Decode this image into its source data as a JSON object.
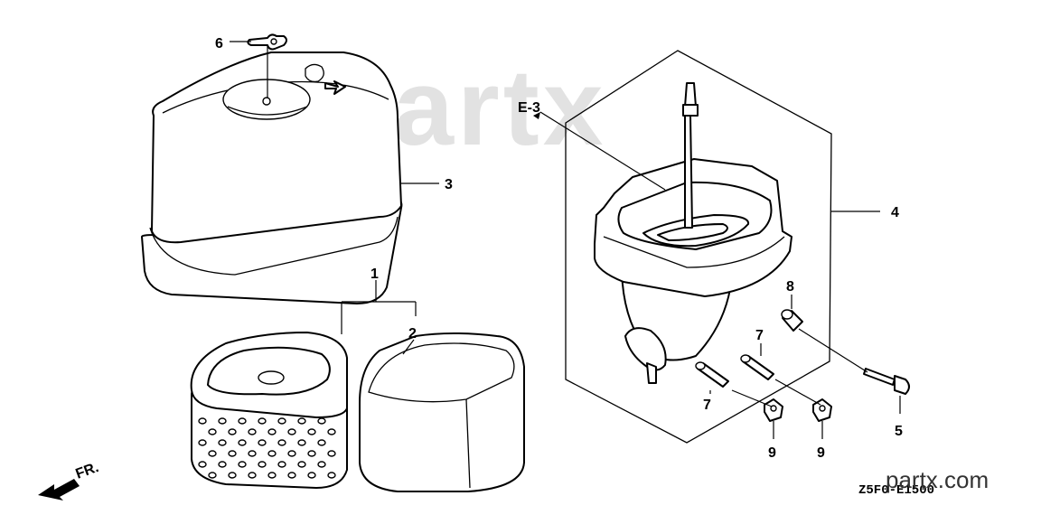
{
  "diagram": {
    "callouts": {
      "c1": "1",
      "c2": "2",
      "c3": "3",
      "c4": "4",
      "c5": "5",
      "c6": "6",
      "c7a": "7",
      "c7b": "7",
      "c8": "8",
      "c9a": "9",
      "c9b": "9"
    },
    "reference": "E-3",
    "front_marker": "FR.",
    "watermark": "partx",
    "site_label": "partx.com",
    "drawing_code": "Z5F0-E1500"
  }
}
